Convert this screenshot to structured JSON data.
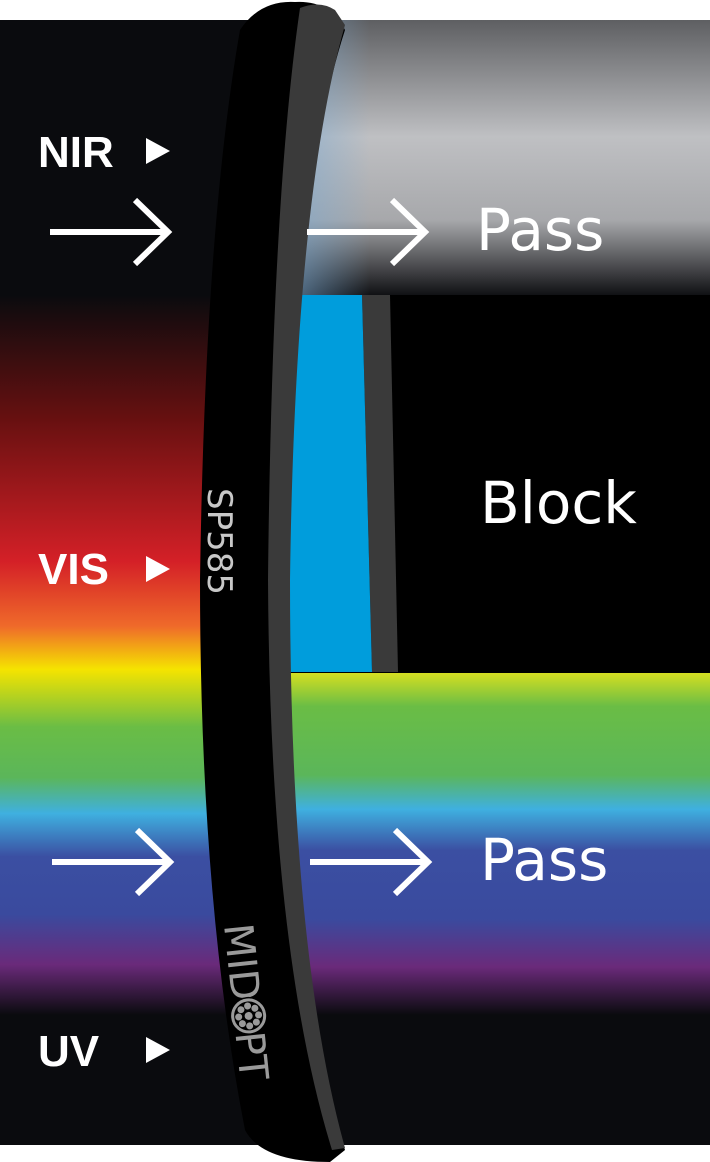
{
  "filter": {
    "model": "SP585",
    "brand": "MIDOPT"
  },
  "bands": [
    {
      "name": "NIR",
      "result": "Pass"
    },
    {
      "name": "VIS",
      "result": "Block"
    },
    {
      "name": "UV",
      "result": "Pass"
    }
  ],
  "colors": {
    "lens": "#009ddc",
    "ring": "#3a3a3a",
    "background": "#0a0b0e"
  }
}
